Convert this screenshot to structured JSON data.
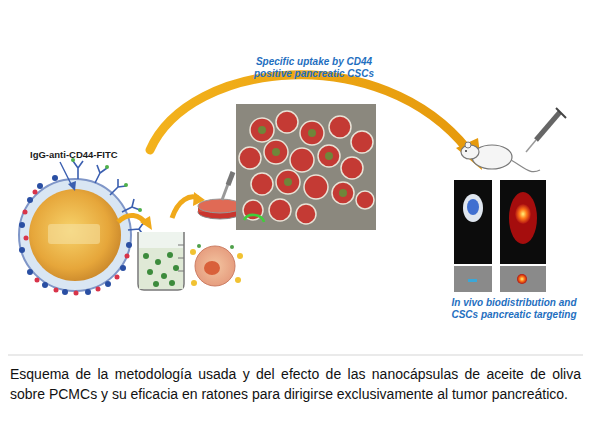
{
  "diagram": {
    "caption": "Esquema de la metodología usada y del efecto de las nanocápsulas de aceite de oliva sobre PCMCs y su eficacia en ratones para dirigirse exclusivamente al tumor pancreático.",
    "labels": [
      "IgG-anti-CD44-FITC",
      "Specific uptake by CD44 positive pancreatic CSCs",
      "In vivo biodistribution and CSCs pancreatic targeting"
    ]
  }
}
